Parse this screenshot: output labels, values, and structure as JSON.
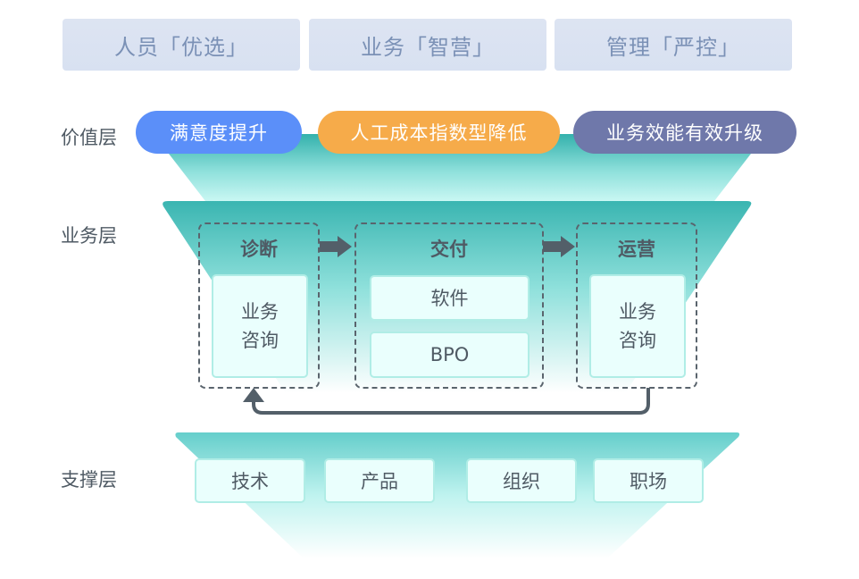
{
  "top_cards": [
    {
      "label": "人员「优选」"
    },
    {
      "label": "业务「智营」"
    },
    {
      "label": "管理「严控」"
    }
  ],
  "layers": {
    "value": {
      "label": "价值层",
      "pills": [
        {
          "label": "满意度提升",
          "color": "#5b8ff9"
        },
        {
          "label": "人工成本指数型降低",
          "color": "#f6ab4a"
        },
        {
          "label": "业务效能有效升级",
          "color": "#6f78aa"
        }
      ]
    },
    "business": {
      "label": "业务层",
      "groups": [
        {
          "title": "诊断",
          "items": [
            "业务咨询"
          ]
        },
        {
          "title": "交付",
          "items": [
            "软件",
            "BPO"
          ]
        },
        {
          "title": "运营",
          "items": [
            "业务咨询"
          ]
        }
      ],
      "flow": "运营 → 诊断 (feedback loop)"
    },
    "support": {
      "label": "支撑层",
      "items": [
        "技术",
        "产品",
        "组织",
        "职场"
      ]
    }
  },
  "colors": {
    "funnel_top": "#3db6b2",
    "funnel_bottom": "#ffffff",
    "box_fill": "#eafffd",
    "box_border": "#b0ede6",
    "arrow": "#535f69",
    "top_card_text": "#7b91b6"
  }
}
